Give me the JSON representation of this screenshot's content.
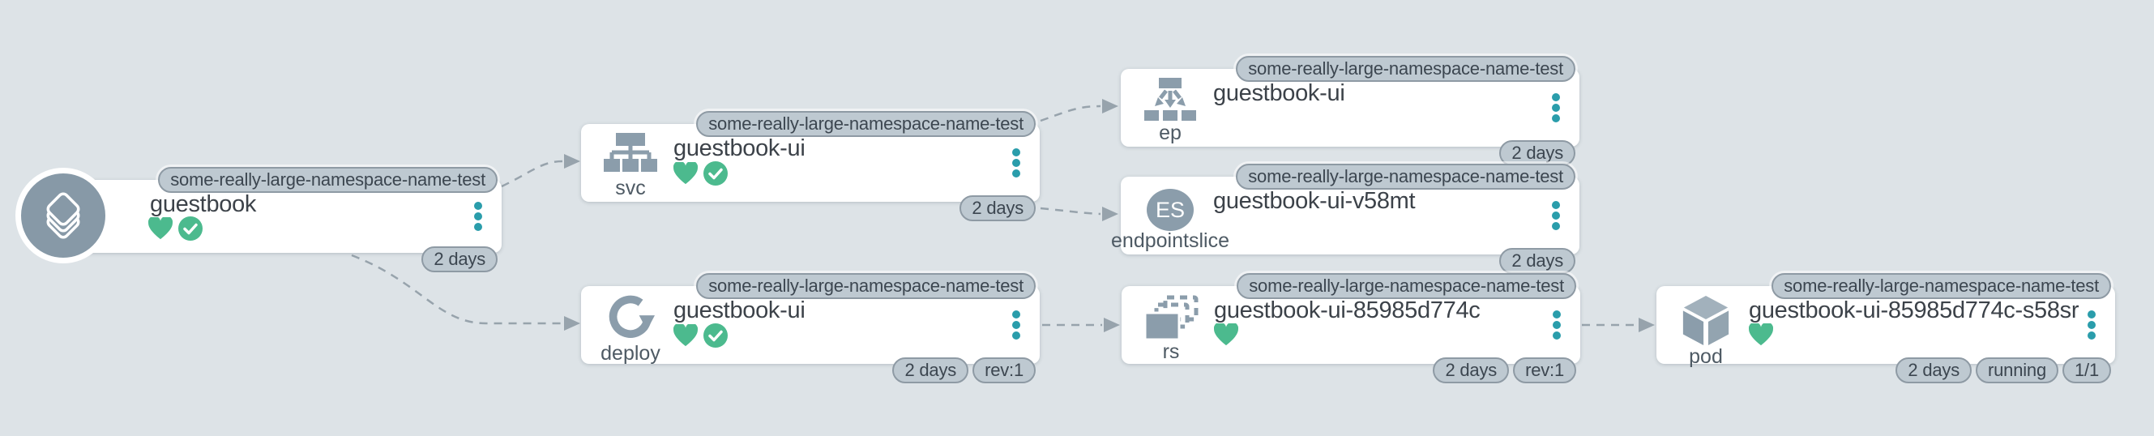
{
  "view": "application-resource-tree",
  "namespace": "some-really-large-namespace-name-test",
  "colors": {
    "background": "#dde3e7",
    "node_background": "#ffffff",
    "icon_gray": "#8b9dab",
    "app_circle_gray": "#8799a7",
    "badge_background": "#bec9d1",
    "badge_border": "#8e9aa4",
    "menu_dots_teal": "#2a9dab",
    "healthy_green": "#4cba8e",
    "edge_gray": "#97a3ac"
  },
  "nodes": [
    {
      "kind": "",
      "title": "guestbook",
      "namespace": "some-really-large-namespace-name-test",
      "healthy": true,
      "synced": true,
      "badges": {
        "age": "2 days"
      }
    },
    {
      "kind": "svc",
      "title": "guestbook-ui",
      "namespace": "some-really-large-namespace-name-test",
      "healthy": true,
      "synced": true,
      "badges": {
        "age": "2 days"
      }
    },
    {
      "kind": "ep",
      "title": "guestbook-ui",
      "namespace": "some-really-large-namespace-name-test",
      "healthy": false,
      "synced": false,
      "badges": {
        "age": "2 days"
      }
    },
    {
      "kind": "endpointslice",
      "title": "guestbook-ui-v58mt",
      "namespace": "some-really-large-namespace-name-test",
      "icon_text": "ES",
      "healthy": false,
      "synced": false,
      "badges": {
        "age": "2 days"
      }
    },
    {
      "kind": "deploy",
      "title": "guestbook-ui",
      "namespace": "some-really-large-namespace-name-test",
      "healthy": true,
      "synced": true,
      "badges": {
        "age": "2 days",
        "rev": "rev:1"
      }
    },
    {
      "kind": "rs",
      "title": "guestbook-ui-85985d774c",
      "namespace": "some-really-large-namespace-name-test",
      "healthy": true,
      "synced": false,
      "badges": {
        "age": "2 days",
        "rev": "rev:1"
      }
    },
    {
      "kind": "pod",
      "title": "guestbook-ui-85985d774c-s58sr",
      "namespace": "some-really-large-namespace-name-test",
      "healthy": true,
      "synced": false,
      "badges": {
        "age": "2 days",
        "status": "running",
        "ready": "1/1"
      }
    }
  ]
}
